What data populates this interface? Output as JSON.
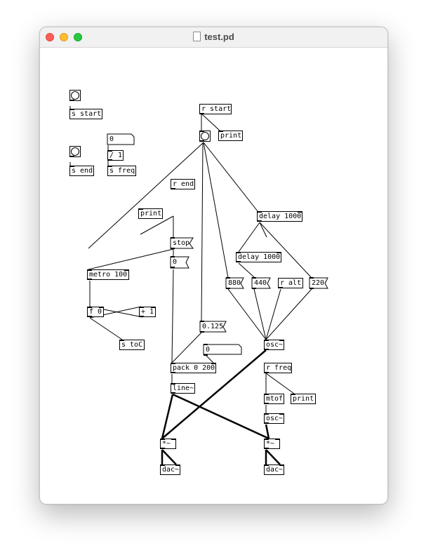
{
  "window": {
    "title": "test.pd"
  },
  "patch": {
    "boxes": {
      "bng_start": "",
      "s_start": "s start",
      "bng_end": "",
      "s_end": "s end",
      "num_0": "0",
      "div_1": "/ 1",
      "s_freq": "s freq",
      "r_start": "r start",
      "print_1": "print",
      "bng_main": "",
      "r_end": "r end",
      "print_2": "print",
      "stop": "stop",
      "msg_0": "0",
      "metro": "metro 100",
      "f_0": "f 0",
      "plus_1": "+ 1",
      "s_toC": "s toC",
      "delay_a": "delay 1000",
      "delay_b": "delay 1000",
      "msg_880": "880",
      "msg_440": "440",
      "r_alt": "r alt",
      "msg_220": "220",
      "msg_0125": "0.125",
      "osc_1": "osc~",
      "atom_0": "0",
      "pack": "pack 0 200",
      "line": "line~",
      "r_freq": "r freq",
      "mtof": "mtof",
      "print_3": "print",
      "osc_2": "osc~",
      "mul_1": "*~",
      "mul_2": "*~",
      "dac_1": "dac~",
      "dac_2": "dac~"
    }
  }
}
